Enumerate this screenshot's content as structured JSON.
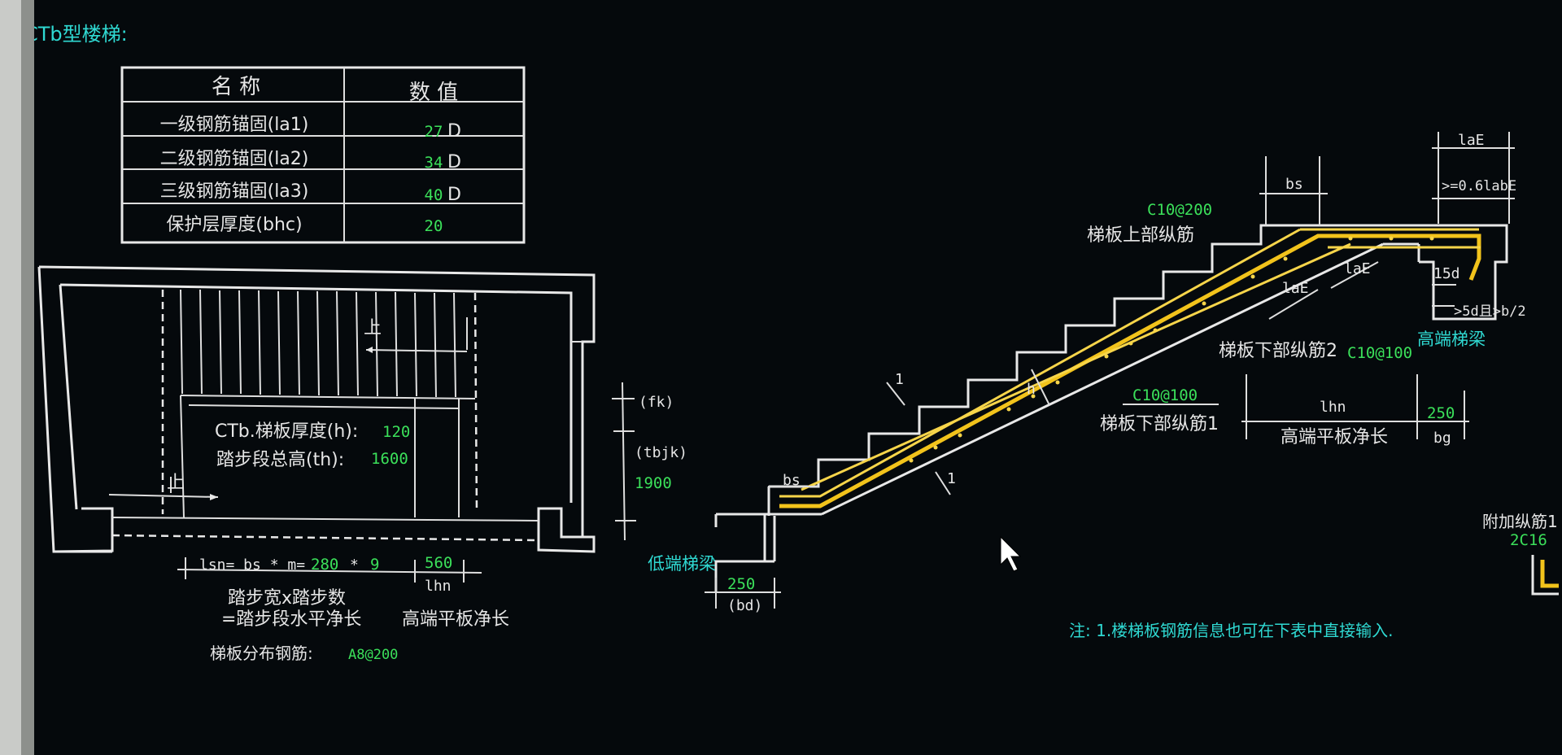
{
  "title": "CTb型楼梯:",
  "table": {
    "headers": [
      "名 称",
      "数 值"
    ],
    "rows": [
      {
        "name": "一级钢筋锚固(la1)",
        "value": "27",
        "unit": "D"
      },
      {
        "name": "二级钢筋锚固(la2)",
        "value": "34",
        "unit": "D"
      },
      {
        "name": "三级钢筋锚固(la3)",
        "value": "40",
        "unit": "D"
      },
      {
        "name": "保护层厚度(bhc)",
        "value": "20",
        "unit": ""
      }
    ]
  },
  "plan": {
    "up1": "上",
    "up2": "上",
    "thickness_label": "CTb.梯板厚度(h):",
    "thickness_value": "120",
    "height_label": "踏步段总高(th):",
    "height_value": "1600",
    "fk": "(fk)",
    "tbjk": "(tbjk)",
    "tbjk_value": "1900",
    "lsn_formula": "lsn= bs * m=",
    "bs_value": "280",
    "star": "*",
    "m_value": "9",
    "lhn_value": "560",
    "lhn": "lhn",
    "caption1": "踏步宽x踏步数",
    "caption2": "=踏步段水平净长",
    "caption3": "高端平板净长",
    "dist_label": "梯板分布钢筋:",
    "dist_value": "A8@200"
  },
  "section": {
    "bs_top": "bs",
    "bs_bottom": "bs",
    "top_rebar_spec": "C10@200",
    "top_rebar_label": "梯板上部纵筋",
    "laE_top": "laE",
    "laE_06": ">=0.6labE",
    "d15": "15d",
    "d5": ">5d且>b/2",
    "high_beam": "高端梯梁",
    "laE_a": "laE",
    "laE_b": "laE",
    "bottom2_label": "梯板下部纵筋2",
    "bottom2_spec": "C10@100",
    "bottom1_spec": "C10@100",
    "bottom1_label": "梯板下部纵筋1",
    "h": "h",
    "one_a": "1",
    "one_b": "1",
    "lhn": "lhn",
    "bg_value": "250",
    "bg": "bg",
    "high_slab": "高端平板净长",
    "low_beam": "低端梯梁",
    "bd_value": "250",
    "bd": "(bd)",
    "extra_label": "附加纵筋1",
    "extra_spec": "2C16",
    "note": "注: 1.楼梯板钢筋信息也可在下表中直接输入."
  },
  "colors": {
    "background": "#05090c",
    "line": "#dedede",
    "green": "#3be05a",
    "cyan": "#2fd9d2",
    "rebar": "#f2c31b"
  }
}
